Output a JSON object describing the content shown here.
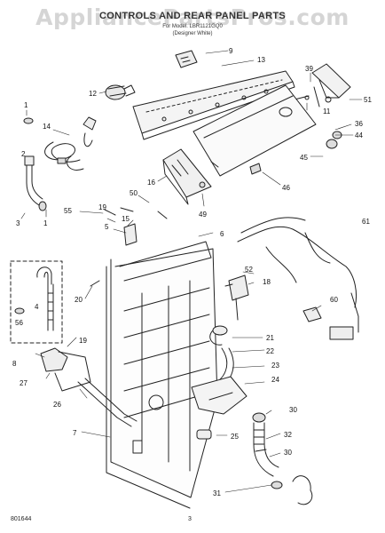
{
  "header": {
    "title": "CONTROLS AND REAR PANEL PARTS",
    "subtitle_line1": "For Model: LBR1121GQ0",
    "subtitle_line2": "(Designer White)",
    "watermark": "AppliancePartsPros.com"
  },
  "footer": {
    "doc_code": "801644",
    "page_number": "3"
  },
  "callouts": [
    {
      "id": "9",
      "label": "9"
    },
    {
      "id": "13",
      "label": "13"
    },
    {
      "id": "39",
      "label": "39"
    },
    {
      "id": "51",
      "label": "51"
    },
    {
      "id": "12",
      "label": "12"
    },
    {
      "id": "11",
      "label": "11"
    },
    {
      "id": "1a",
      "label": "1"
    },
    {
      "id": "36",
      "label": "36"
    },
    {
      "id": "14",
      "label": "14"
    },
    {
      "id": "44",
      "label": "44"
    },
    {
      "id": "45",
      "label": "45"
    },
    {
      "id": "16",
      "label": "16"
    },
    {
      "id": "46",
      "label": "46"
    },
    {
      "id": "2",
      "label": "2"
    },
    {
      "id": "49",
      "label": "49"
    },
    {
      "id": "50",
      "label": "50"
    },
    {
      "id": "61",
      "label": "61"
    },
    {
      "id": "55",
      "label": "55"
    },
    {
      "id": "19a",
      "label": "19"
    },
    {
      "id": "15",
      "label": "15"
    },
    {
      "id": "3",
      "label": "3"
    },
    {
      "id": "1b",
      "label": "1"
    },
    {
      "id": "5",
      "label": "5"
    },
    {
      "id": "6",
      "label": "6"
    },
    {
      "id": "52",
      "label": "52"
    },
    {
      "id": "18",
      "label": "18"
    },
    {
      "id": "20",
      "label": "20"
    },
    {
      "id": "60",
      "label": "60"
    },
    {
      "id": "4",
      "label": "4"
    },
    {
      "id": "56",
      "label": "56"
    },
    {
      "id": "21",
      "label": "21"
    },
    {
      "id": "19b",
      "label": "19"
    },
    {
      "id": "22",
      "label": "22"
    },
    {
      "id": "8",
      "label": "8"
    },
    {
      "id": "23",
      "label": "23"
    },
    {
      "id": "27",
      "label": "27"
    },
    {
      "id": "24",
      "label": "24"
    },
    {
      "id": "26",
      "label": "26"
    },
    {
      "id": "30a",
      "label": "30"
    },
    {
      "id": "7",
      "label": "7"
    },
    {
      "id": "25",
      "label": "25"
    },
    {
      "id": "32",
      "label": "32"
    },
    {
      "id": "30b",
      "label": "30"
    },
    {
      "id": "31",
      "label": "31"
    }
  ]
}
